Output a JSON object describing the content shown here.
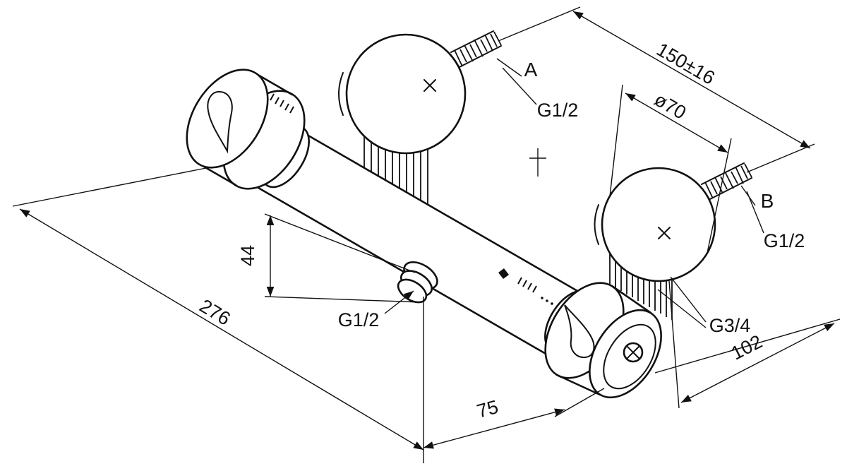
{
  "colors": {
    "line": "#111111",
    "background": "#ffffff"
  },
  "annotations": {
    "port_a": {
      "letter": "A",
      "thread": "G1/2"
    },
    "port_b": {
      "letter": "B",
      "thread": "G1/2"
    },
    "outlet": {
      "thread": "G1/2"
    },
    "union_nut": {
      "thread": "G3/4"
    }
  },
  "dimensions": {
    "center_distance": "150±16",
    "rosette_diameter": "ø70",
    "outlet_offset": "44",
    "overall_length": "276",
    "outlet_to_edge": "75",
    "depth": "102"
  }
}
